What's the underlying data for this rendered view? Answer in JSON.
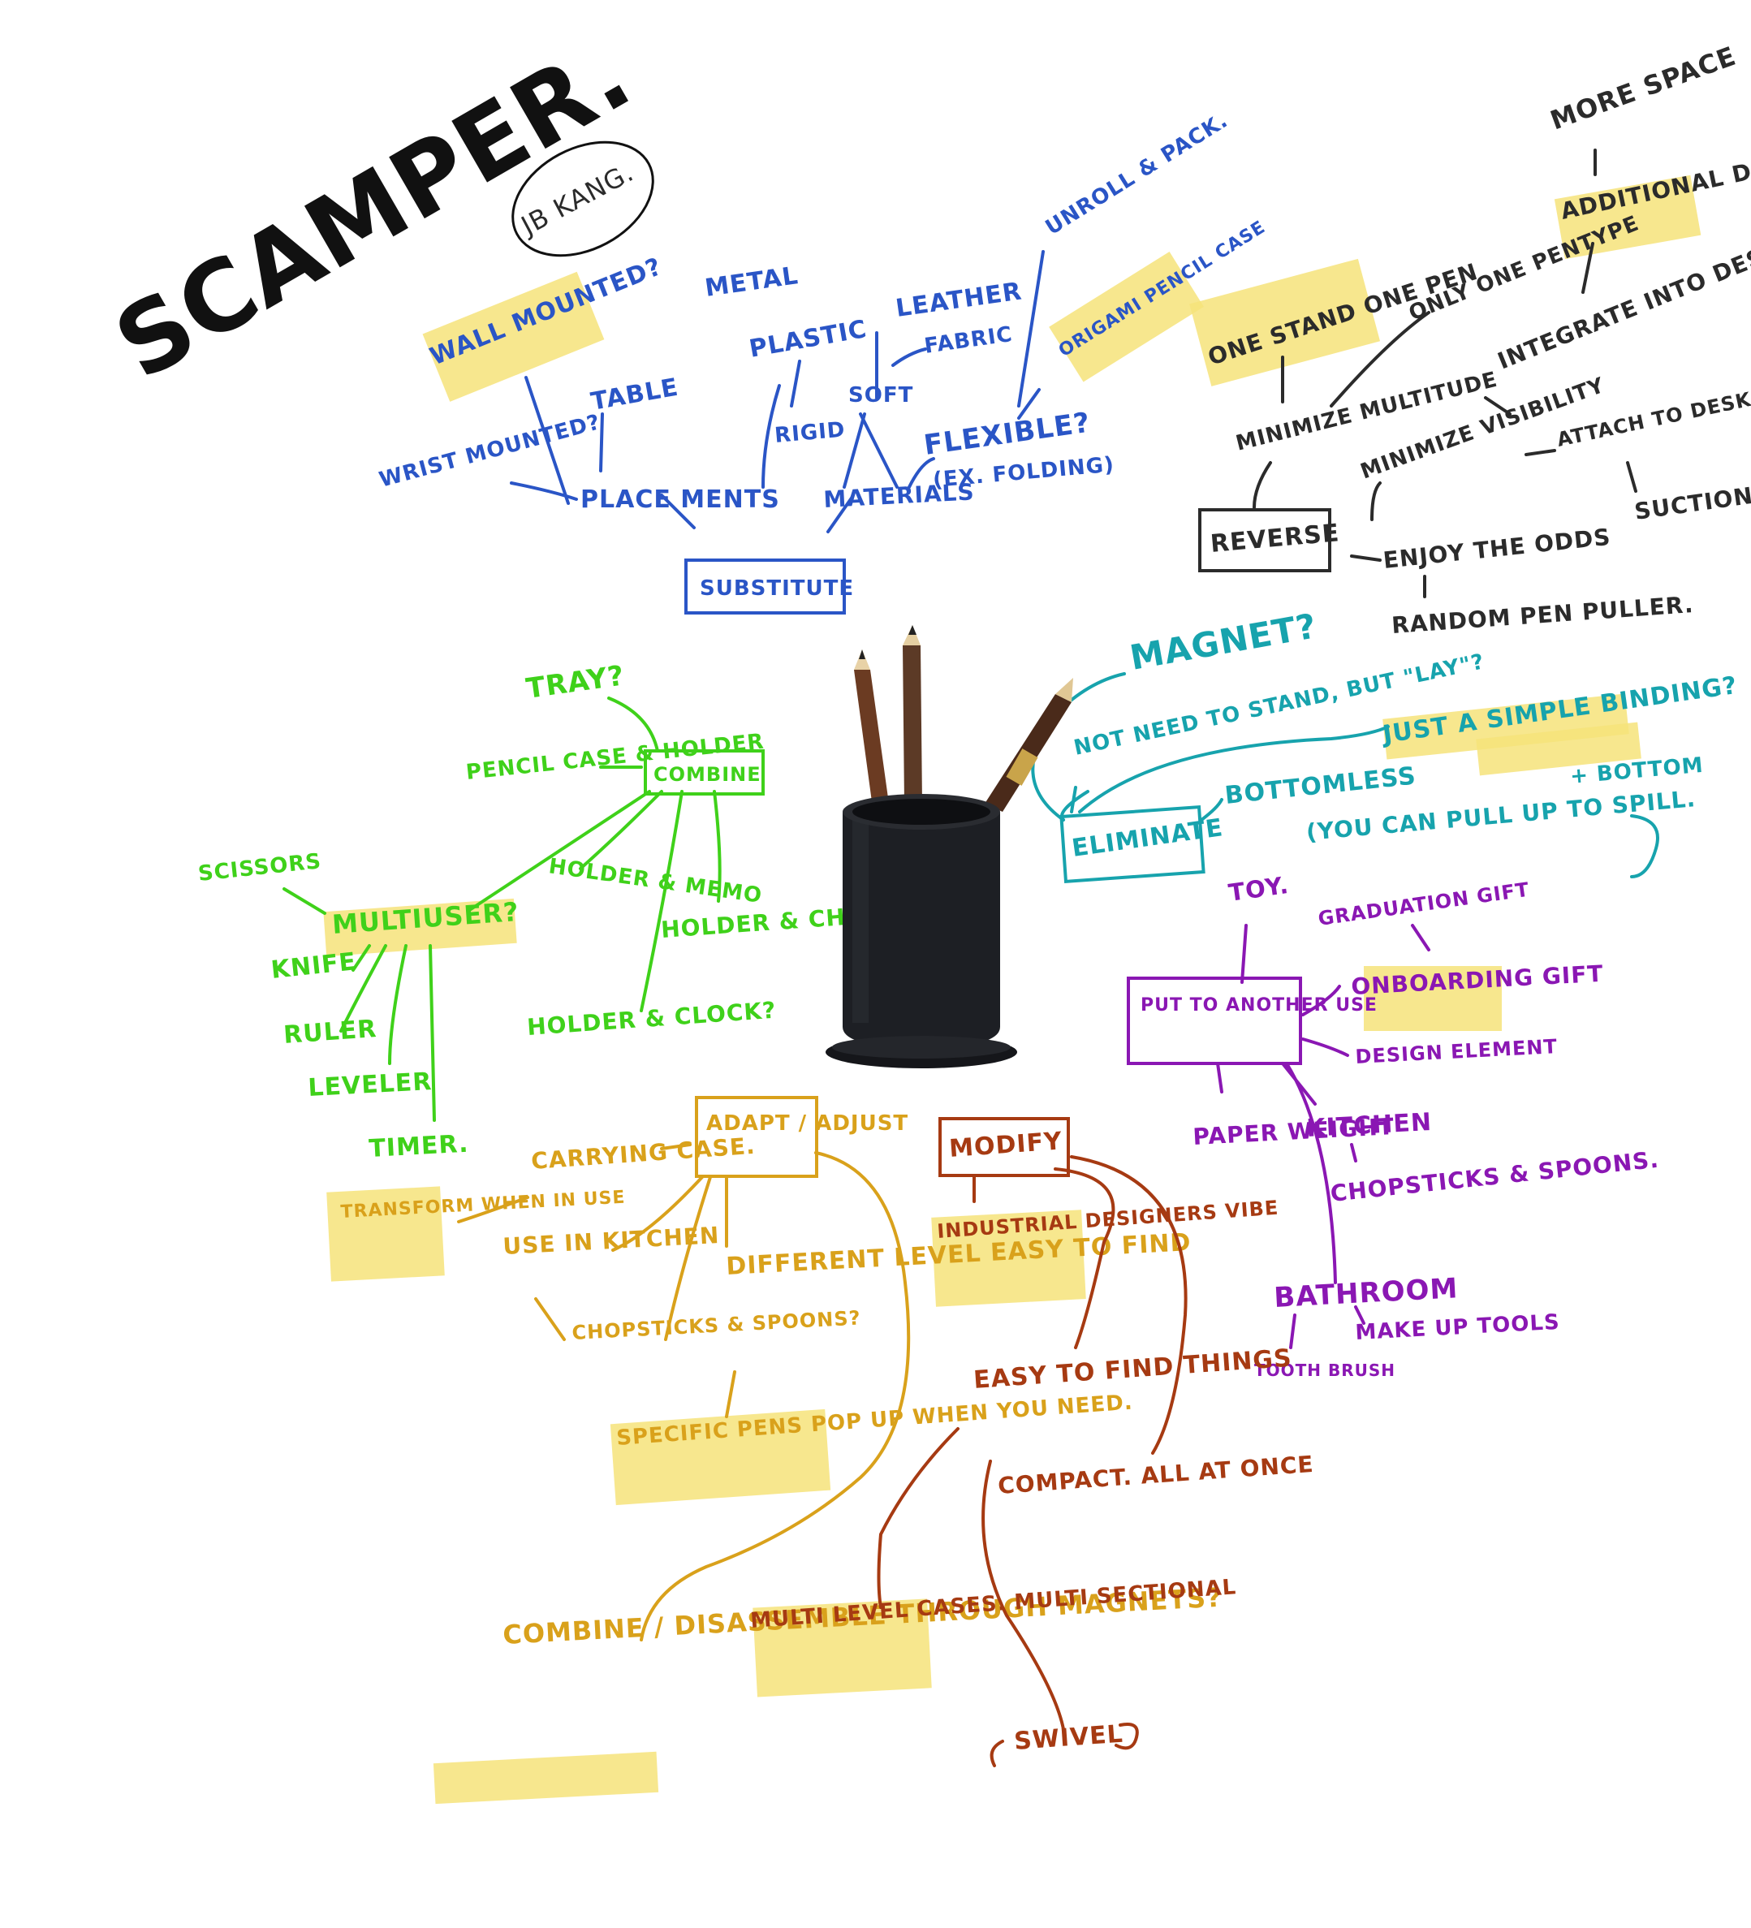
{
  "title": "SCAMPER.",
  "author": "JB KANG.",
  "colors": {
    "substitute": "#2a55c6",
    "reverse": "#2b2b2b",
    "eliminate": "#17a3ad",
    "combine": "#3fd11a",
    "another_use": "#8a17b3",
    "adapt": "#d9a11b",
    "modify": "#a63a12",
    "highlight": "#f6e37a"
  },
  "center_image": "pencil-holder-with-pencils",
  "substitute": {
    "box": "SUBSTITUTE",
    "placements": "PLACE MENTS",
    "wall": "WALL MOUNTED?",
    "table": "TABLE",
    "wrist": "WRIST MOUNTED?",
    "materials": "MATERIALS",
    "metal": "METAL",
    "plastic": "PLASTIC",
    "rigid": "RIGID",
    "soft": "SOFT",
    "leather": "LEATHER",
    "fabric": "FABRIC",
    "flexible": "FLEXIBLE?",
    "folding": "(EX. FOLDING)",
    "origami": "ORIGAMI PENCIL CASE",
    "unroll": "UNROLL & PACK."
  },
  "reverse": {
    "box": "REVERSE",
    "one_stand": "ONE STAND ONE PEN",
    "only_one": "ONLY ONE PENTYPE",
    "minimize_multitude": "MINIMIZE MULTITUDE",
    "minimize_visibility": "MINIMIZE VISIBILITY",
    "integrate": "INTEGRATE INTO DESK",
    "additional": "ADDITIONAL DESK",
    "more_space": "MORE SPACE",
    "attach": "ATTACH TO DESK",
    "suction": "SUCTION.",
    "enjoy": "ENJOY THE ODDS",
    "random": "RANDOM PEN PULLER."
  },
  "eliminate": {
    "box": "ELIMINATE",
    "magnet": "MAGNET?",
    "not_need": "NOT NEED TO STAND, BUT \"LAY\"?",
    "simple": "JUST A SIMPLE BINDING?",
    "bottom": "+ BOTTOM",
    "bottomless": "BOTTOMLESS",
    "pull": "(YOU CAN PULL UP TO SPILL."
  },
  "combine": {
    "box": "COMBINE",
    "tray": "TRAY?",
    "pencil_case": "PENCIL CASE & HOLDER",
    "multiuser": "MULTIUSER?",
    "scissors": "SCISSORS",
    "knife": "KNIFE",
    "ruler": "RULER",
    "leveler": "LEVELER",
    "timer": "TIMER.",
    "memo": "HOLDER & MEMO",
    "charger": "HOLDER & CHARGER",
    "clock": "HOLDER & CLOCK?"
  },
  "another_use": {
    "box": "PUT TO ANOTHER USE",
    "toy": "TOY.",
    "graduation": "GRADUATION GIFT",
    "onboarding": "ONBOARDING GIFT",
    "design": "DESIGN ELEMENT",
    "paper": "PAPER WEIGHT",
    "kitchen": "KITCHEN",
    "chopsticks": "CHOPSTICKS & SPOONS.",
    "bathroom": "BATHROOM",
    "toothbrush": "TOOTH BRUSH",
    "makeup": "MAKE UP TOOLS"
  },
  "adapt": {
    "box": "ADAPT / ADJUST",
    "carrying": "CARRYING CASE.",
    "transform": "TRANSFORM WHEN IN USE",
    "use_kitchen": "USE IN KITCHEN",
    "chopsticks": "CHOPSTICKS & SPOONS?",
    "different": "DIFFERENT LEVEL EASY TO FIND",
    "specific": "SPECIFIC PENS POP UP WHEN YOU NEED.",
    "combine": "COMBINE / DISASSEMBLE THROUGH MAGNETS?"
  },
  "modify": {
    "box": "MODIFY",
    "industrial": "INDUSTRIAL DESIGNERS VIBE",
    "easy": "EASY TO FIND THINGS",
    "compact": "COMPACT. ALL AT ONCE",
    "multi": "MULTI LEVEL CASES. MULTI SECTIONAL",
    "swivel": "SWIVEL"
  }
}
